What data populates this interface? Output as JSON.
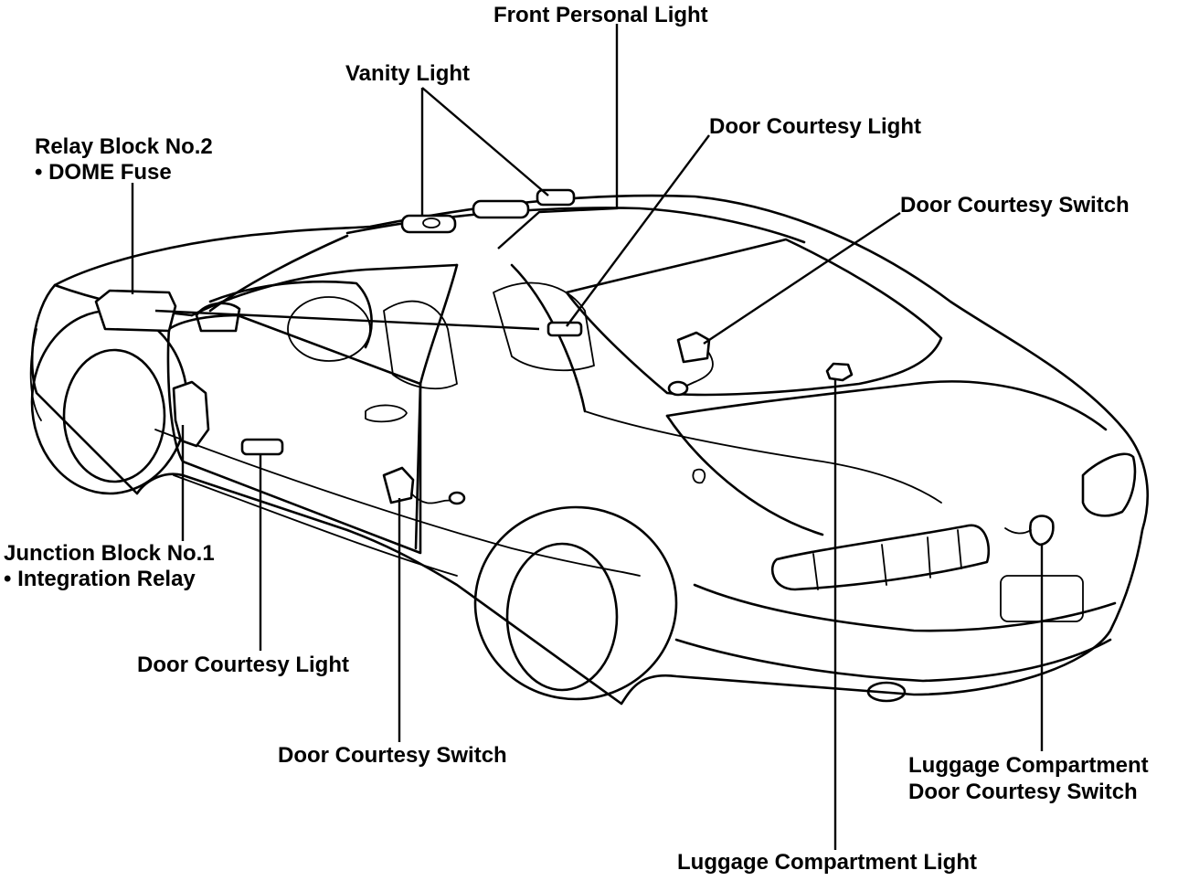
{
  "labels": {
    "front_personal_light": "Front Personal Light",
    "vanity_light": "Vanity Light",
    "door_courtesy_light_top": "Door Courtesy Light",
    "door_courtesy_switch_top": "Door Courtesy Switch",
    "relay_block_line1": "Relay Block No.2",
    "relay_block_line2": "• DOME Fuse",
    "junction_block_line1": "Junction Block No.1",
    "junction_block_line2": "• Integration Relay",
    "door_courtesy_light_bottom": "Door Courtesy Light",
    "door_courtesy_switch_bottom": "Door Courtesy Switch",
    "luggage_switch_line1": "Luggage Compartment",
    "luggage_switch_line2": "Door Courtesy Switch",
    "luggage_light": "Luggage Compartment Light"
  },
  "colors": {
    "ink": "#000000",
    "paper": "#ffffff"
  }
}
